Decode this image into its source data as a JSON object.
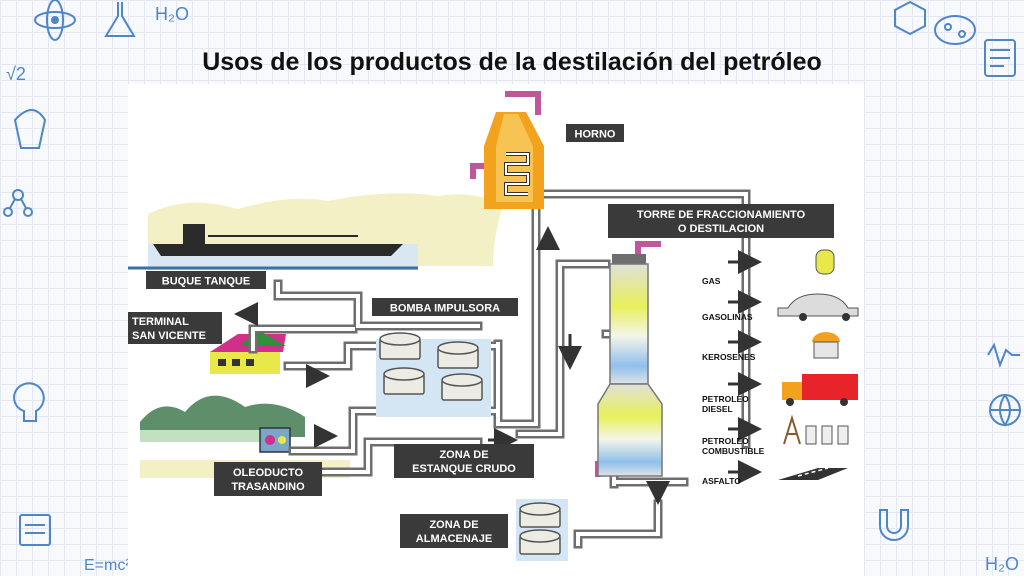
{
  "title": "Usos de los productos de la destilación del petróleo",
  "labels": {
    "horno": "HORNO",
    "torre_line1": "TORRE DE FRACCIONAMIENTO",
    "torre_line2": "O DESTILACION",
    "buque": "BUQUE TANQUE",
    "bomba": "BOMBA IMPULSORA",
    "terminal_line1": "TERMINAL",
    "terminal_line2": "SAN VICENTE",
    "oleoducto_line1": "OLEODUCTO",
    "oleoducto_line2": "TRASANDINO",
    "estanque_line1": "ZONA DE",
    "estanque_line2": "ESTANQUE CRUDO",
    "almacenaje_line1": "ZONA DE",
    "almacenaje_line2": "ALMACENAJE"
  },
  "products": {
    "gas": "GAS",
    "gasolinas": "GASOLINAS",
    "kerosenes": "KEROSENES",
    "diesel_line1": "PETROLEO",
    "diesel_line2": "DIESEL",
    "combustible_line1": "PETROLEO",
    "combustible_line2": "COMBUSTIBLE",
    "asfalto": "ASFALTO"
  },
  "colors": {
    "pipe": "#6e6e6e",
    "pipe_inner": "#ffffff",
    "heat_pipe": "#c0579a",
    "label_bg": "#3a3a3a",
    "furnace": "#f2a21c",
    "sky": "#d9e7f2",
    "hills": "#f2f0c4",
    "truck": "#e8232a"
  },
  "icons": [
    "atom-icon",
    "flask-icon",
    "lightbulb-icon",
    "rocket-icon",
    "molecule-icon",
    "magnet-icon",
    "bacteria-icon",
    "formula-icon"
  ]
}
